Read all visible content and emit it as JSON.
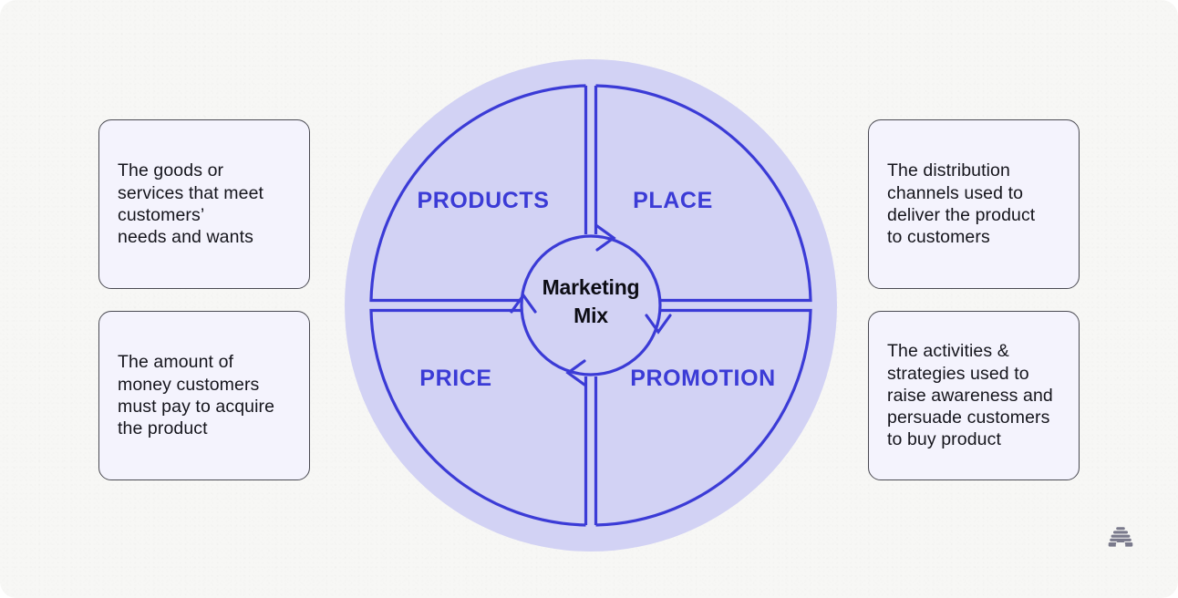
{
  "page": {
    "background_color": "#f7f7f5",
    "accent_blue": "#3b3bd6",
    "disc_fill": "#d2d2f4",
    "card_fill": "#f4f3fd",
    "card_border": "#4a4a52"
  },
  "diagram": {
    "center": {
      "line1": "Marketing",
      "line2": "Mix",
      "flow_direction": "clockwise"
    },
    "quadrants": [
      {
        "id": "products",
        "label": "PRODUCTS",
        "position": "top-left"
      },
      {
        "id": "place",
        "label": "PLACE",
        "position": "top-right"
      },
      {
        "id": "price",
        "label": "PRICE",
        "position": "bottom-left"
      },
      {
        "id": "promotion",
        "label": "PROMOTION",
        "position": "bottom-right"
      }
    ],
    "arrows": [
      {
        "id": "arrow-top",
        "points": "right"
      },
      {
        "id": "arrow-right",
        "points": "down"
      },
      {
        "id": "arrow-bottom",
        "points": "left"
      },
      {
        "id": "arrow-left",
        "points": "up"
      }
    ]
  },
  "cards": {
    "products": "The goods or\nservices that meet\ncustomers’\nneeds and wants",
    "price": "The amount of\nmoney customers\nmust pay to acquire\nthe product",
    "place": "The distribution\nchannels used to\ndeliver the product\nto customers",
    "promotion": "The activities &\nstrategies used to\nraise awareness and\npersuade customers\nto buy product"
  },
  "logo": {
    "name": "beehive-logo",
    "color": "#7a7a8c"
  }
}
